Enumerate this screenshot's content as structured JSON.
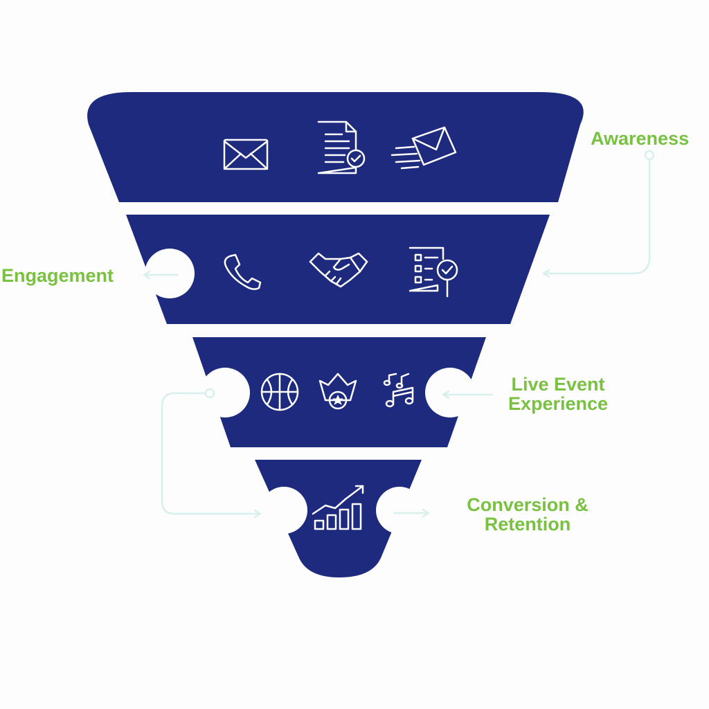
{
  "stages": [
    {
      "label_lines": [
        "Awareness"
      ],
      "icons": [
        "envelope-icon",
        "document-check-icon",
        "sending-envelope-icon"
      ]
    },
    {
      "label_lines": [
        "Engagement"
      ],
      "icons": [
        "phone-icon",
        "handshake-icon",
        "checklist-search-icon"
      ]
    },
    {
      "label_lines": [
        "Live Event",
        "Experience"
      ],
      "icons": [
        "basketball-icon",
        "crown-star-icon",
        "music-notes-icon"
      ]
    },
    {
      "label_lines": [
        "Conversion &",
        "Retention"
      ],
      "icons": [
        "growth-chart-icon"
      ]
    }
  ],
  "colors": {
    "funnel": "#1d2a7e",
    "label": "#7ac142",
    "connector": "#d8efee",
    "icon_stroke": "#ffffff",
    "background": "#fdfdfd"
  }
}
